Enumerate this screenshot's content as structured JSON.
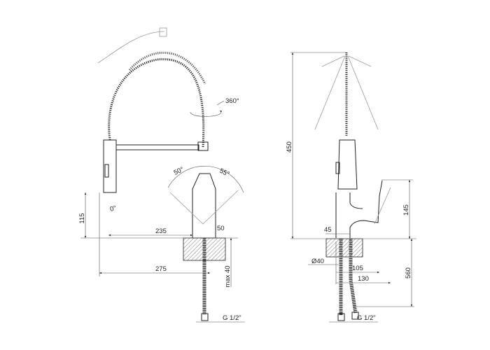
{
  "front_view": {
    "rotation_label": "360°",
    "lever_left_angle": "50°",
    "lever_right_angle": "55°",
    "spray_angle": "0°",
    "dim_spout_height": "115",
    "dim_spout_reach": "235",
    "dim_body_width": "50",
    "dim_total_reach": "275",
    "dim_max_deck": "max 40",
    "thread_size": "G 1/2\""
  },
  "side_view": {
    "dim_total_height": "450",
    "dim_lever_height": "145",
    "dim_offset": "45",
    "dim_hole_diameter": "Ø40",
    "dim_lever_reach": "105",
    "dim_lever_max_reach": "130",
    "dim_hose_length": "560",
    "thread_size": "G 1/2\""
  }
}
